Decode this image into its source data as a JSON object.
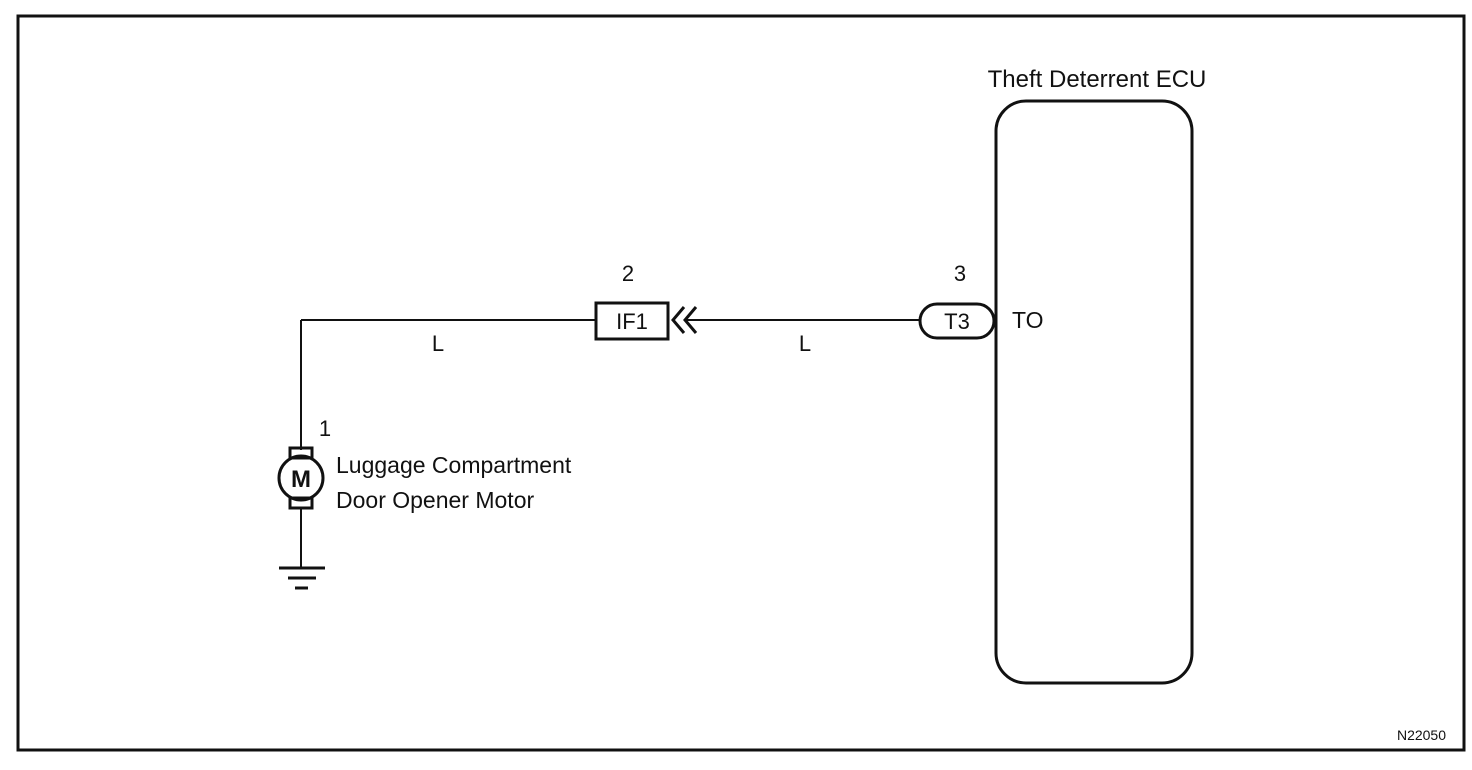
{
  "ecu": {
    "title": "Theft Deterrent ECU",
    "terminal_name": "TO",
    "connector_label": "T3",
    "pin_number": "3"
  },
  "junction": {
    "connector_label": "IF1",
    "pin_number": "2"
  },
  "motor": {
    "symbol": "M",
    "pin_number": "1",
    "name_line1": "Luggage Compartment",
    "name_line2": "Door Opener Motor"
  },
  "wires": {
    "left_color": "L",
    "right_color": "L"
  },
  "figure_id": "N22050"
}
